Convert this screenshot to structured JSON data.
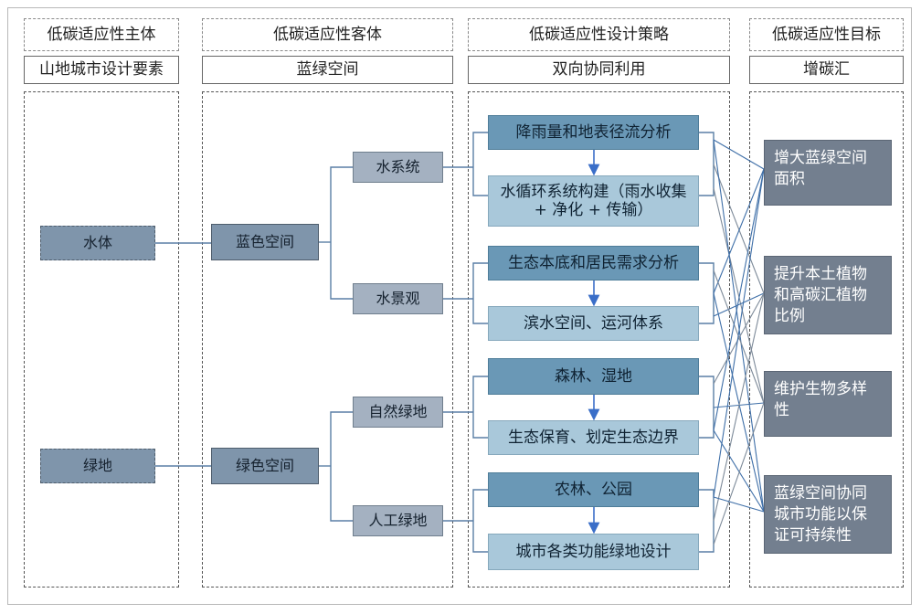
{
  "headers": {
    "subject": "低碳适应性主体",
    "object": "低碳适应性客体",
    "strategy": "低碳适应性设计策略",
    "goal": "低碳适应性目标"
  },
  "subheaders": {
    "subject": "山地城市设计要素",
    "object": "蓝绿空间",
    "strategy": "双向协同利用",
    "goal": "增碳汇"
  },
  "subjects": [
    "水体",
    "绿地"
  ],
  "objects": [
    "蓝色空间",
    "绿色空间"
  ],
  "branches": [
    "水系统",
    "水景观",
    "自然绿地",
    "人工绿地"
  ],
  "strategies": [
    {
      "top": "降雨量和地表径流分析",
      "bottom": "水循环系统构建（雨水收集 + 净化 + 传输）"
    },
    {
      "top": "生态本底和居民需求分析",
      "bottom": "滨水空间、运河体系"
    },
    {
      "top": "森林、湿地",
      "bottom": "生态保育、划定生态边界"
    },
    {
      "top": "农林、公园",
      "bottom": "城市各类功能绿地设计"
    }
  ],
  "goals": [
    "增大蓝绿空间面积",
    "提升本土植物和高碳汇植物比例",
    "维护生物多样性",
    "蓝绿空间协同城市功能以保证可持续性"
  ],
  "colors": {
    "connector": "#5a7fa6",
    "goal_line_blue": "#3f6fa8",
    "goal_line_gray": "#7d8a99",
    "arrow": "#3a6ec8"
  }
}
